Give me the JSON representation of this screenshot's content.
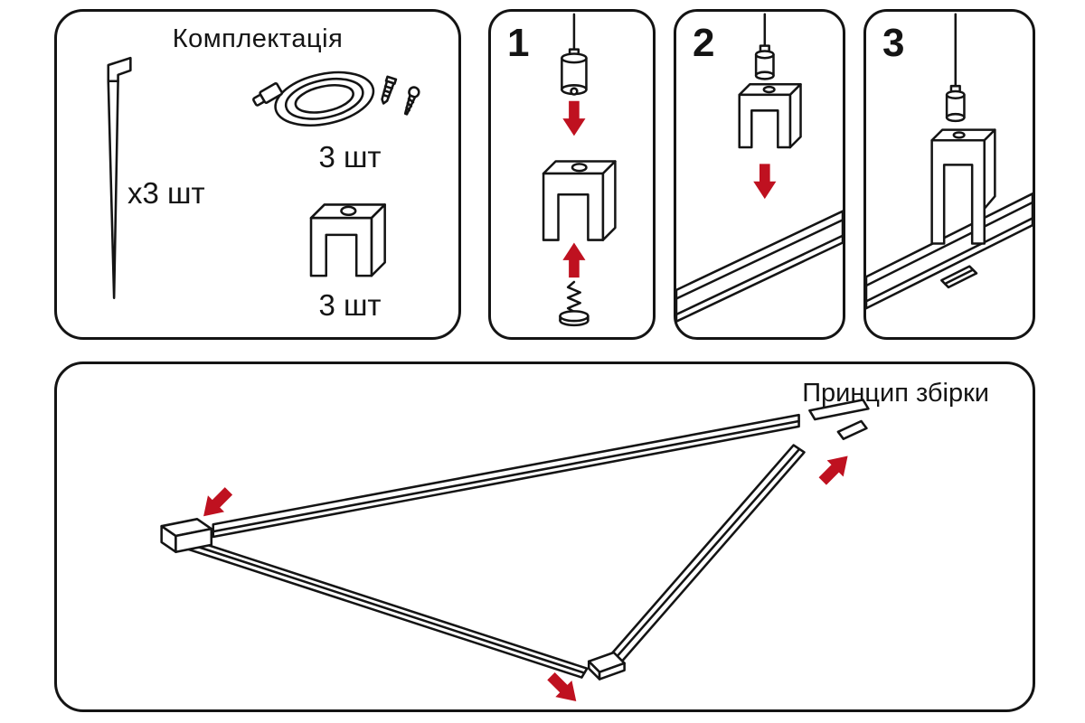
{
  "page": {
    "background": "#ffffff",
    "line_color": "#141414",
    "accent_red": "#bf1120"
  },
  "kit_panel": {
    "title": "Комплектація",
    "rod_label": "x3 шт",
    "cable_label": "3 шт",
    "bracket_label": "3 шт"
  },
  "steps": [
    {
      "number": "1"
    },
    {
      "number": "2"
    },
    {
      "number": "3"
    }
  ],
  "assembly_panel": {
    "title": "Принцип збірки"
  }
}
